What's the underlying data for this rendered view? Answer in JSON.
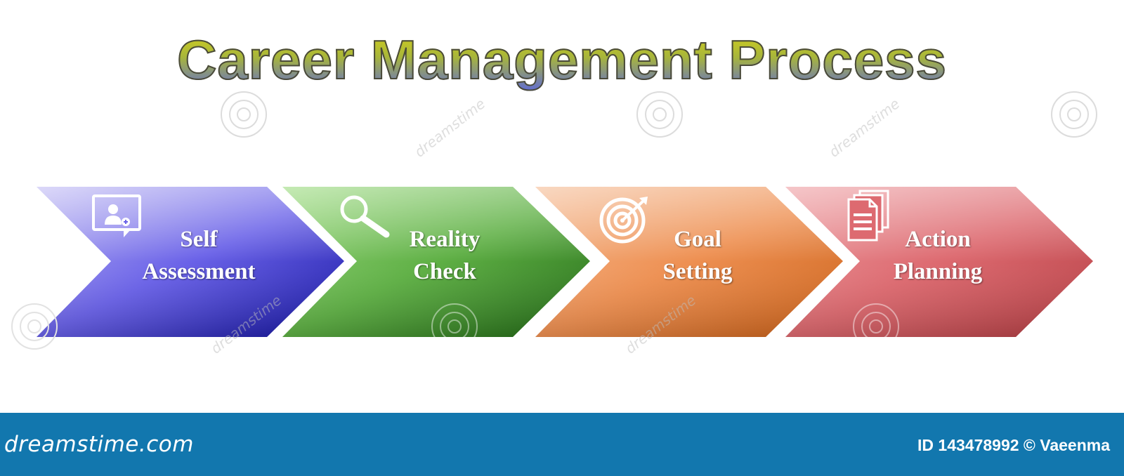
{
  "title": "Career Management Process",
  "steps": [
    {
      "line1": "Self",
      "line2": "Assessment",
      "icon": "profile-card-icon",
      "color_light": "#c9c4f5",
      "color_mid": "#6a62e8",
      "color_dark": "#10109c"
    },
    {
      "line1": "Reality",
      "line2": "Check",
      "icon": "magnifier-icon",
      "color_light": "#a6df8c",
      "color_mid": "#5fb045",
      "color_dark": "#1e6412"
    },
    {
      "line1": "Goal",
      "line2": "Setting",
      "icon": "target-icon",
      "color_light": "#f6c3a0",
      "color_mid": "#ee9052",
      "color_dark": "#c85e15"
    },
    {
      "line1": "Action",
      "line2": "Planning",
      "icon": "documents-icon",
      "color_light": "#f0a8ac",
      "color_mid": "#dd6a70",
      "color_dark": "#b03a3f"
    }
  ],
  "footer": {
    "brand": "dreamstime.com",
    "credit": "ID 143478992 © Vaeenma"
  },
  "watermark": "dreamstime"
}
